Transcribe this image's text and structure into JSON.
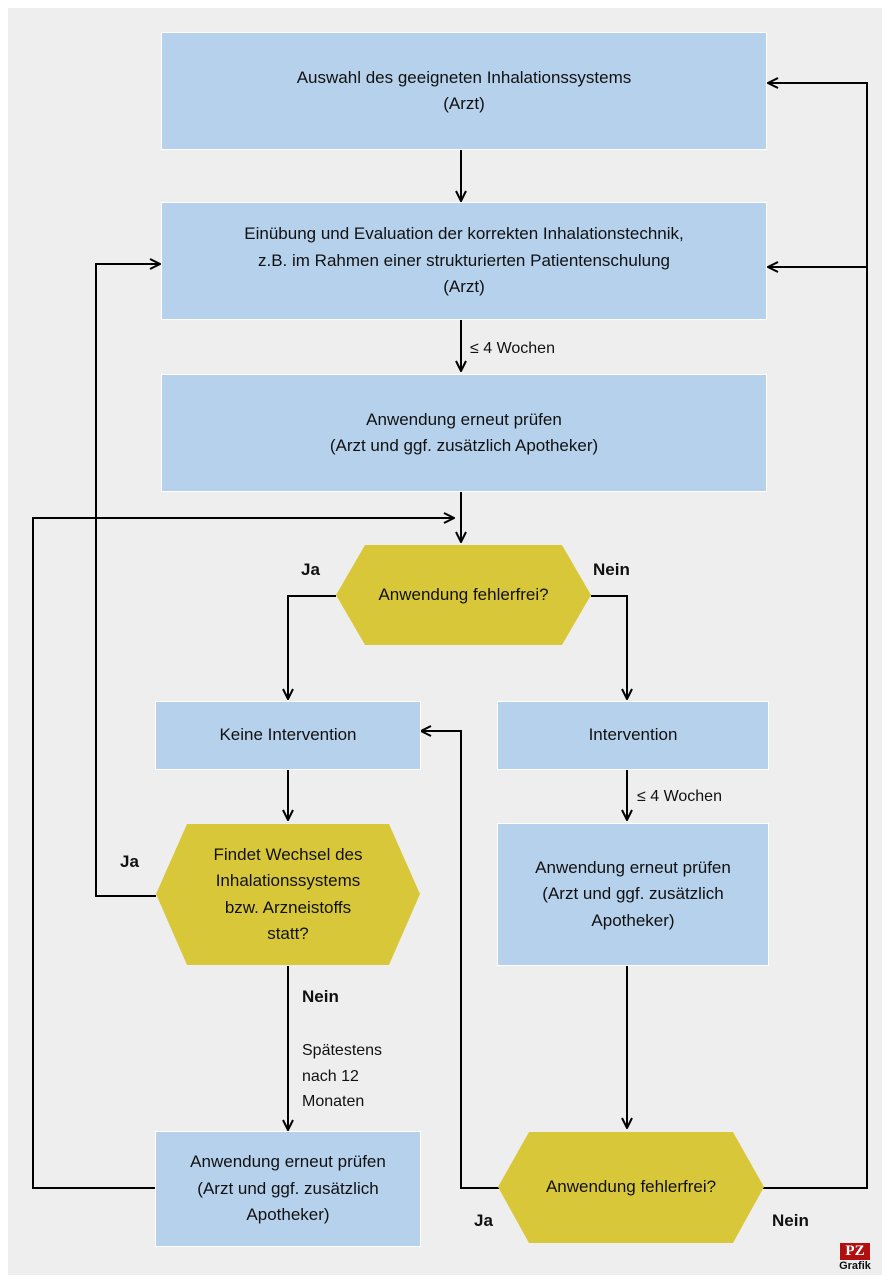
{
  "colors": {
    "box": "#b6d1ec",
    "decision": "#d9c73a",
    "background": "#eeeeee",
    "line": "#000000",
    "logo": "#b01010"
  },
  "boxes": {
    "select_system": "Auswahl des geeigneten Inhalationssystems\n(Arzt)",
    "training": "Einübung und Evaluation der korrekten Inhalationstechnik,\nz.B. im Rahmen einer strukturierten Patientenschulung\n(Arzt)",
    "recheck_1": "Anwendung erneut prüfen\n(Arzt und ggf. zusätzlich Apotheker)",
    "no_intervention": "Keine Intervention",
    "intervention": "Intervention",
    "recheck_2": "Anwendung erneut prüfen\n(Arzt und ggf. zusätzlich\nApotheker)",
    "recheck_3": "Anwendung erneut prüfen\n(Arzt und ggf. zusätzlich\nApotheker)"
  },
  "decisions": {
    "error_free_1": "Anwendung fehlerfrei?",
    "switch": "Findet Wechsel des\nInhalationssystems\nbzw. Arzneistoffs\nstatt?",
    "error_free_2": "Anwendung fehlerfrei?"
  },
  "labels": {
    "weeks_1": "≤ 4 Wochen",
    "weeks_2": "≤ 4 Wochen",
    "ja_1": "Ja",
    "nein_1": "Nein",
    "ja_2": "Ja",
    "nein_2": "Nein",
    "latest": "Spätestens\nnach 12\nMonaten",
    "ja_3": "Ja",
    "nein_3": "Nein"
  },
  "logo": {
    "mark": "PZ",
    "sub": "Grafik"
  }
}
